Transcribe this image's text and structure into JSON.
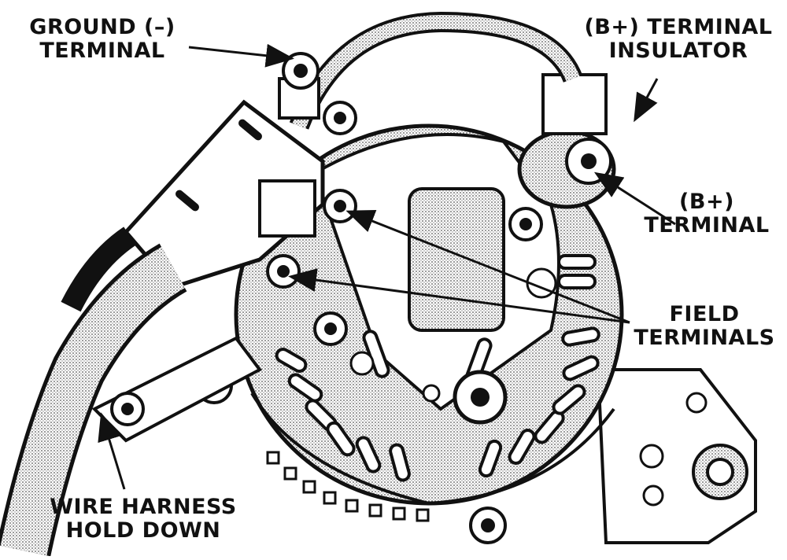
{
  "diagram": {
    "labels": {
      "ground_terminal": {
        "line1": "GROUND (–)",
        "line2": "TERMINAL"
      },
      "bplus_insulator": {
        "line1": "(B+) TERMINAL",
        "line2": "INSULATOR"
      },
      "bplus_terminal": {
        "line1": "(B+)",
        "line2": "TERMINAL"
      },
      "field_terminals": {
        "line1": "FIELD",
        "line2": "TERMINALS"
      },
      "wire_harness": {
        "line1": "WIRE HARNESS",
        "line2": "HOLD DOWN"
      }
    }
  },
  "colors": {
    "ink": "#111111",
    "shade": "#bdbdbd",
    "paper": "#ffffff"
  }
}
